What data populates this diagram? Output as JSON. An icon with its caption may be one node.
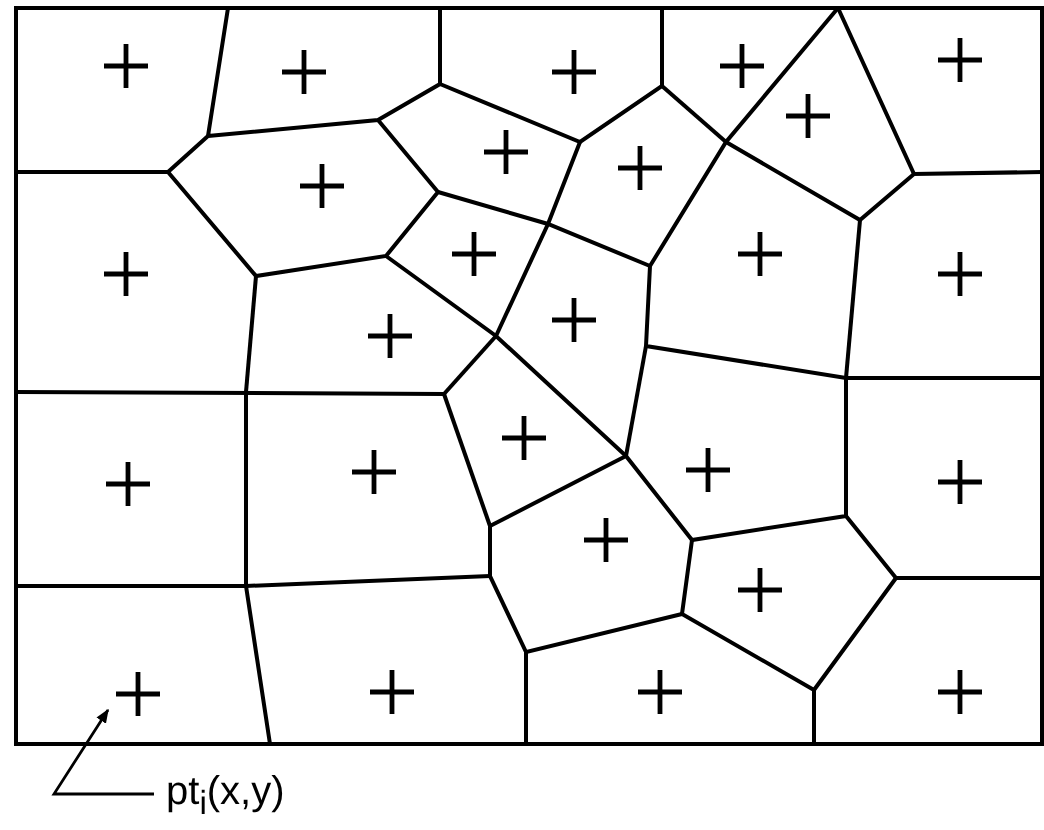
{
  "diagram": {
    "nodes": [
      {
        "text": [
          "pt$_{i}$(x,y)"
        ]
      },
      {
        "text": [],
        "shape": "cross"
      }
    ],
    "edges": [
      {
        "from": 0,
        "to": 1,
        "arrow": "to"
      }
    ]
  }
}
